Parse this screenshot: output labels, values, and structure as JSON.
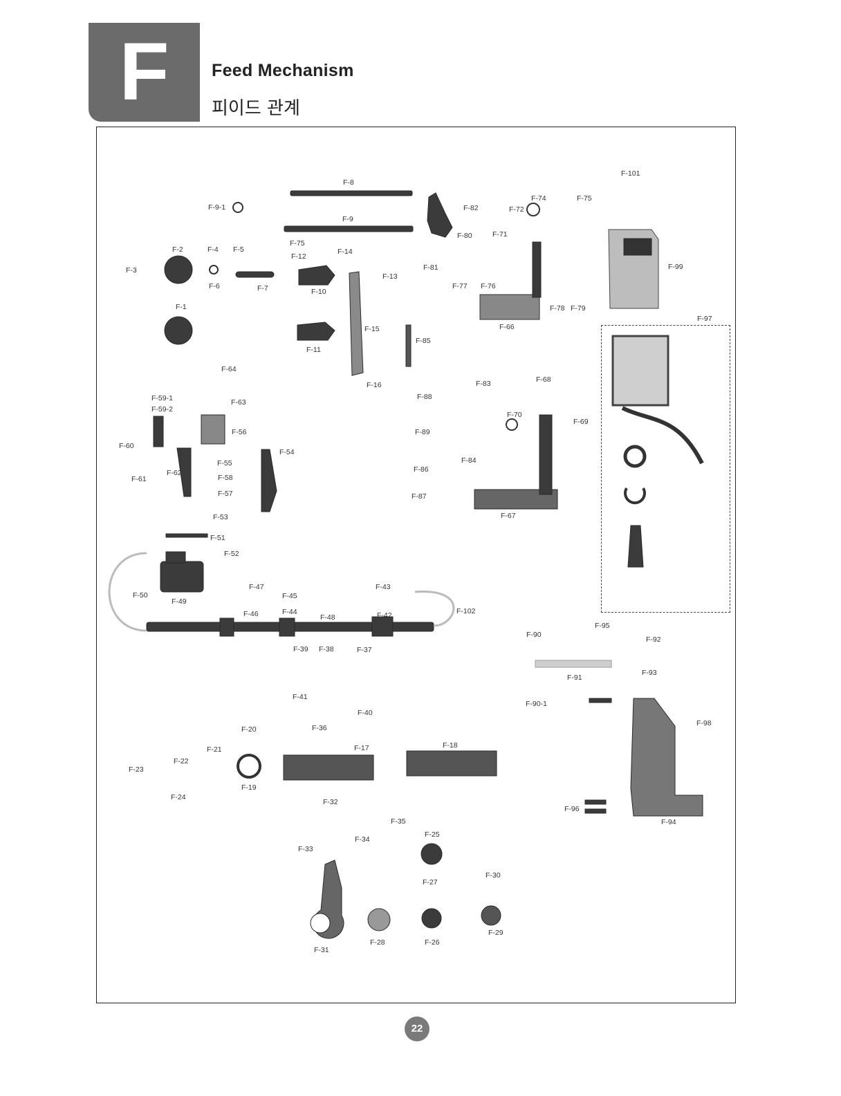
{
  "header": {
    "section_letter": "F",
    "title_en": "Feed Mechanism",
    "title_ko": "피이드 관계"
  },
  "page_number": "22",
  "part_labels": [
    "F-101",
    "F-8",
    "F-9-1",
    "F-9",
    "F-74",
    "F-75",
    "F-72",
    "F-82",
    "F-99",
    "F-71",
    "F-2",
    "F-4",
    "F-5",
    "F-75",
    "F-14",
    "F-80",
    "F-3",
    "F-12",
    "F-13",
    "F-81",
    "F-6",
    "F-7",
    "F-10",
    "F-77",
    "F-76",
    "F-78",
    "F-79",
    "F-1",
    "F-66",
    "F-97",
    "F-15",
    "F-85",
    "F-11",
    "F-16",
    "F-64",
    "F-83",
    "F-68",
    "F-88",
    "F-59-1",
    "F-59-2",
    "F-63",
    "F-70",
    "F-69",
    "F-56",
    "F-89",
    "F-60",
    "F-54",
    "F-55",
    "F-84",
    "F-86",
    "F-62",
    "F-61",
    "F-58",
    "F-57",
    "F-87",
    "F-67",
    "F-53",
    "F-51",
    "F-52",
    "F-47",
    "F-43",
    "F-50",
    "F-45",
    "F-102",
    "F-49",
    "F-46",
    "F-44",
    "F-48",
    "F-42",
    "F-95",
    "F-90",
    "F-92",
    "F-39",
    "F-38",
    "F-37",
    "F-91",
    "F-93",
    "F-41",
    "F-40",
    "F-90-1",
    "F-36",
    "F-20",
    "F-98",
    "F-21",
    "F-17",
    "F-18",
    "F-22",
    "F-23",
    "F-19",
    "F-24",
    "F-32",
    "F-96",
    "F-35",
    "F-94",
    "F-25",
    "F-33",
    "F-34",
    "F-30",
    "F-27",
    "F-31",
    "F-28",
    "F-26",
    "F-29"
  ]
}
